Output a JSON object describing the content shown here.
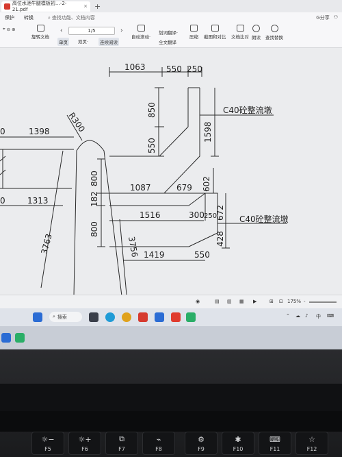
{
  "window": {
    "tab_title": "高位水池牛腿模板初…-2-21.pdf",
    "tab_close": "×",
    "tab_add": "+"
  },
  "menu": {
    "items": [
      "保护",
      "转换"
    ],
    "search_placeholder": "查找功能、文档内容",
    "right_items": [
      "G分享",
      "⚇"
    ]
  },
  "toolbar": {
    "rotate_label": "旋转文档",
    "page_indicator": "1/5",
    "single_page": "单页",
    "double_page": "双页·",
    "continuous": "连续阅读",
    "auto_scroll": "自动滚动·",
    "word_translate": "划词翻译·",
    "full_translate": "全文翻译",
    "compress": "压缩",
    "screenshot_compare": "截图和对比",
    "doc_compare": "文档比对",
    "read_aloud": "朗读",
    "find_replace": "查找替换"
  },
  "drawing": {
    "dims": {
      "d1063": "1063",
      "d550a": "550",
      "d250a": "250",
      "d850": "850",
      "d550b": "550",
      "d1598": "1598",
      "d1398": "1398",
      "dR300": "R300",
      "d0a": "0",
      "d800a": "800",
      "d1087": "1087",
      "d679": "679",
      "d602": "602",
      "d1313": "1313",
      "d0b": "0",
      "d182": "182",
      "d1516": "1516",
      "d300": "300",
      "d250b": "250",
      "d672": "672",
      "d800b": "800",
      "d3763": "3763",
      "d3756": "3756",
      "d1419": "1419",
      "d550c": "550",
      "d428": "428"
    },
    "label_top": "C40砼整流墩",
    "label_bottom": "C40砼整流墩"
  },
  "status": {
    "zoom": "175%",
    "zoom_minus": "-"
  },
  "taskbar": {
    "search_label": "搜索",
    "ime": "中"
  },
  "keys": [
    {
      "label": "F5",
      "glyph": "☼−"
    },
    {
      "label": "F6",
      "glyph": "☼+"
    },
    {
      "label": "F7",
      "glyph": "⧉"
    },
    {
      "label": "F8",
      "glyph": "⌁"
    },
    {
      "label": "F9",
      "glyph": "⚙"
    },
    {
      "label": "F10",
      "glyph": "✱"
    },
    {
      "label": "F11",
      "glyph": "⌨"
    },
    {
      "label": "F12",
      "glyph": "☆"
    }
  ],
  "colors": {
    "accent": "#2b6cd4",
    "pdf_red": "#d63a2f",
    "wps_red": "#e03b2e",
    "wechat_green": "#2aae67"
  }
}
